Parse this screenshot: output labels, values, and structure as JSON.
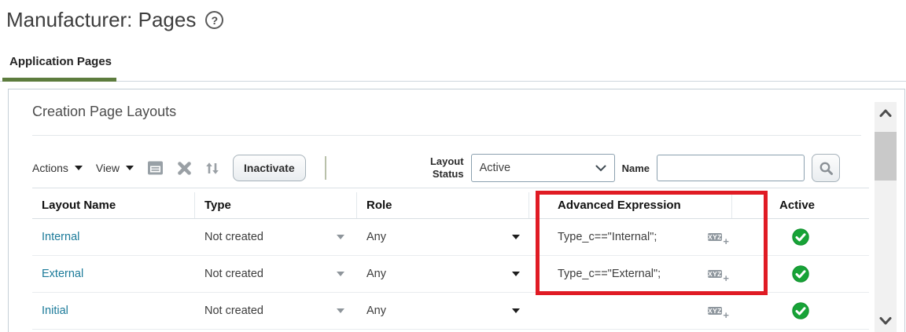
{
  "page": {
    "title": "Manufacturer: Pages"
  },
  "icons": {
    "help": "?",
    "expression_builder": "XYZ",
    "expression_builder_plus": "+"
  },
  "tabs": [
    {
      "label": "Application Pages",
      "active": true
    }
  ],
  "panel": {
    "heading": "Creation Page Layouts",
    "toolbar": {
      "actions_label": "Actions",
      "view_label": "View",
      "inactivate_label": "Inactivate",
      "layout_status_label": "Layout Status",
      "layout_status_value": "Active",
      "name_label": "Name",
      "name_value": ""
    },
    "table": {
      "columns": [
        "Layout Name",
        "Type",
        "Role",
        "Advanced Expression",
        "Active"
      ],
      "rows": [
        {
          "layout_name": "Internal",
          "type": "Not created",
          "role": "Any",
          "advanced_expression": "Type_c==\"Internal\";",
          "active": true
        },
        {
          "layout_name": "External",
          "type": "Not created",
          "role": "Any",
          "advanced_expression": "Type_c==\"External\";",
          "active": true
        },
        {
          "layout_name": "Initial",
          "type": "Not created",
          "role": "Any",
          "advanced_expression": "",
          "active": true
        }
      ]
    }
  },
  "colors": {
    "tab_underline_green": "#5d7c3e",
    "link_teal": "#1b7a99",
    "active_check_green": "#17a337",
    "annotation_red": "#e01b24",
    "icon_gray": "#98a0a6"
  }
}
